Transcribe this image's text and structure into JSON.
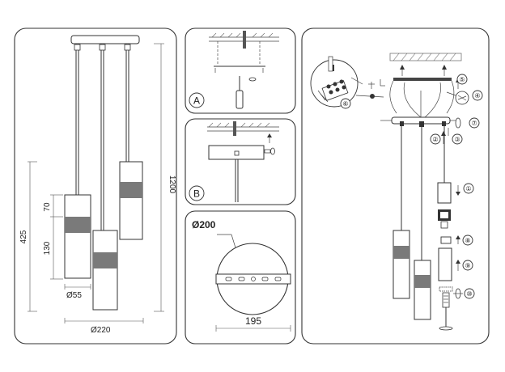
{
  "panel_left": {
    "dims": {
      "total_height": "1200",
      "drop_height": "425",
      "part_top": "70",
      "part_bottom": "130",
      "shade_diameter": "Ø55",
      "canopy_diameter": "Ø220"
    }
  },
  "panel_a": {
    "label": "A"
  },
  "panel_b": {
    "label": "B"
  },
  "panel_bracket": {
    "diameter": "Ø200",
    "width": "195"
  },
  "panel_assembly": {
    "steps": [
      "①",
      "②",
      "③",
      "④",
      "⑤",
      "⑥",
      "⑦",
      "⑧",
      "⑨",
      "⑩"
    ]
  }
}
